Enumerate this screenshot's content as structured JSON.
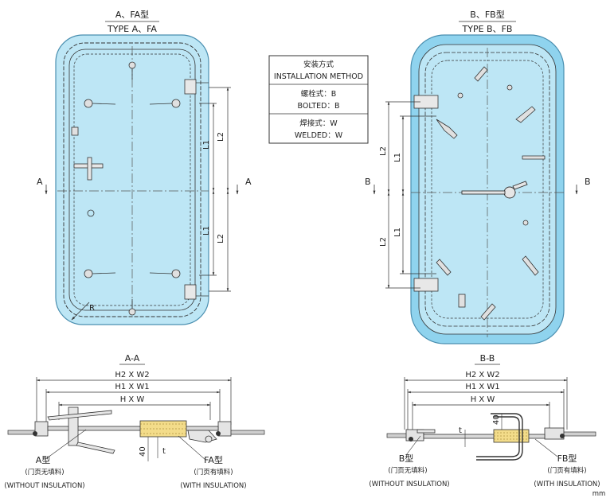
{
  "door_a": {
    "title_cn": "A、FA型",
    "title_en": "TYPE A、FA",
    "marker": "A",
    "marker2": "A",
    "dim_l1_upper": "L1",
    "dim_l2_upper": "L2",
    "dim_l1_lower": "L1",
    "dim_l2_lower": "L2",
    "radius": "R"
  },
  "door_b": {
    "title_cn": "B、FB型",
    "title_en": "TYPE B、FB",
    "marker": "B",
    "marker2": "B",
    "dim_l2_upper": "L2",
    "dim_l1_upper": "L1",
    "dim_l2_lower": "L2",
    "dim_l1_lower": "L1"
  },
  "install_table": {
    "header_cn": "安装方式",
    "header_en": "INSTALLATION METHOD",
    "bolted_cn": "螺栓式：B",
    "bolted_en": "BOLTED：B",
    "welded_cn": "焊接式：W",
    "welded_en": "WELDED：W"
  },
  "section_a": {
    "title": "A-A",
    "dim_outer": "H2 X W2",
    "dim_mid": "H1 X W1",
    "dim_inner": "H X W",
    "dim_40": "40",
    "dim_t": "t",
    "left_type": "A型",
    "left_cn": "(门页无填料)",
    "left_en": "(WITHOUT INSULATION)",
    "right_type": "FA型",
    "right_cn": "(门页有填料)",
    "right_en": "(WITH INSULATION)"
  },
  "section_b": {
    "title": "B-B",
    "dim_outer": "H2 X W2",
    "dim_mid": "H1 X W1",
    "dim_inner": "H X W",
    "dim_40": "40",
    "dim_t": "t",
    "left_type": "B型",
    "left_cn": "(门页无填料)",
    "left_en": "(WITHOUT INSULATION)",
    "right_type": "FB型",
    "right_cn": "(门页有填料)",
    "right_en": "(WITH INSULATION)"
  },
  "unit": "mm",
  "colors": {
    "door_fill": "#bfe8f6",
    "door_frame": "#8fd2ec",
    "line": "#333333"
  }
}
